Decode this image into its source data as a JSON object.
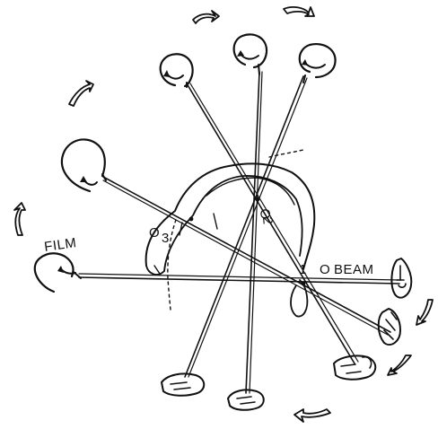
{
  "labels": {
    "film": "FILM",
    "beam": "BEAM",
    "center_1": "1",
    "center_1_o": "O",
    "center_2": "2",
    "center_2_o": "O",
    "center_3": "3",
    "center_3_o": "O"
  },
  "colors": {
    "ink": "#111111",
    "background": "#ffffff"
  },
  "icons": {
    "film_cassette": "film-holder-icon",
    "tube_head": "x-ray-tube-icon",
    "rotation_arrow": "curved-arrow-icon"
  }
}
